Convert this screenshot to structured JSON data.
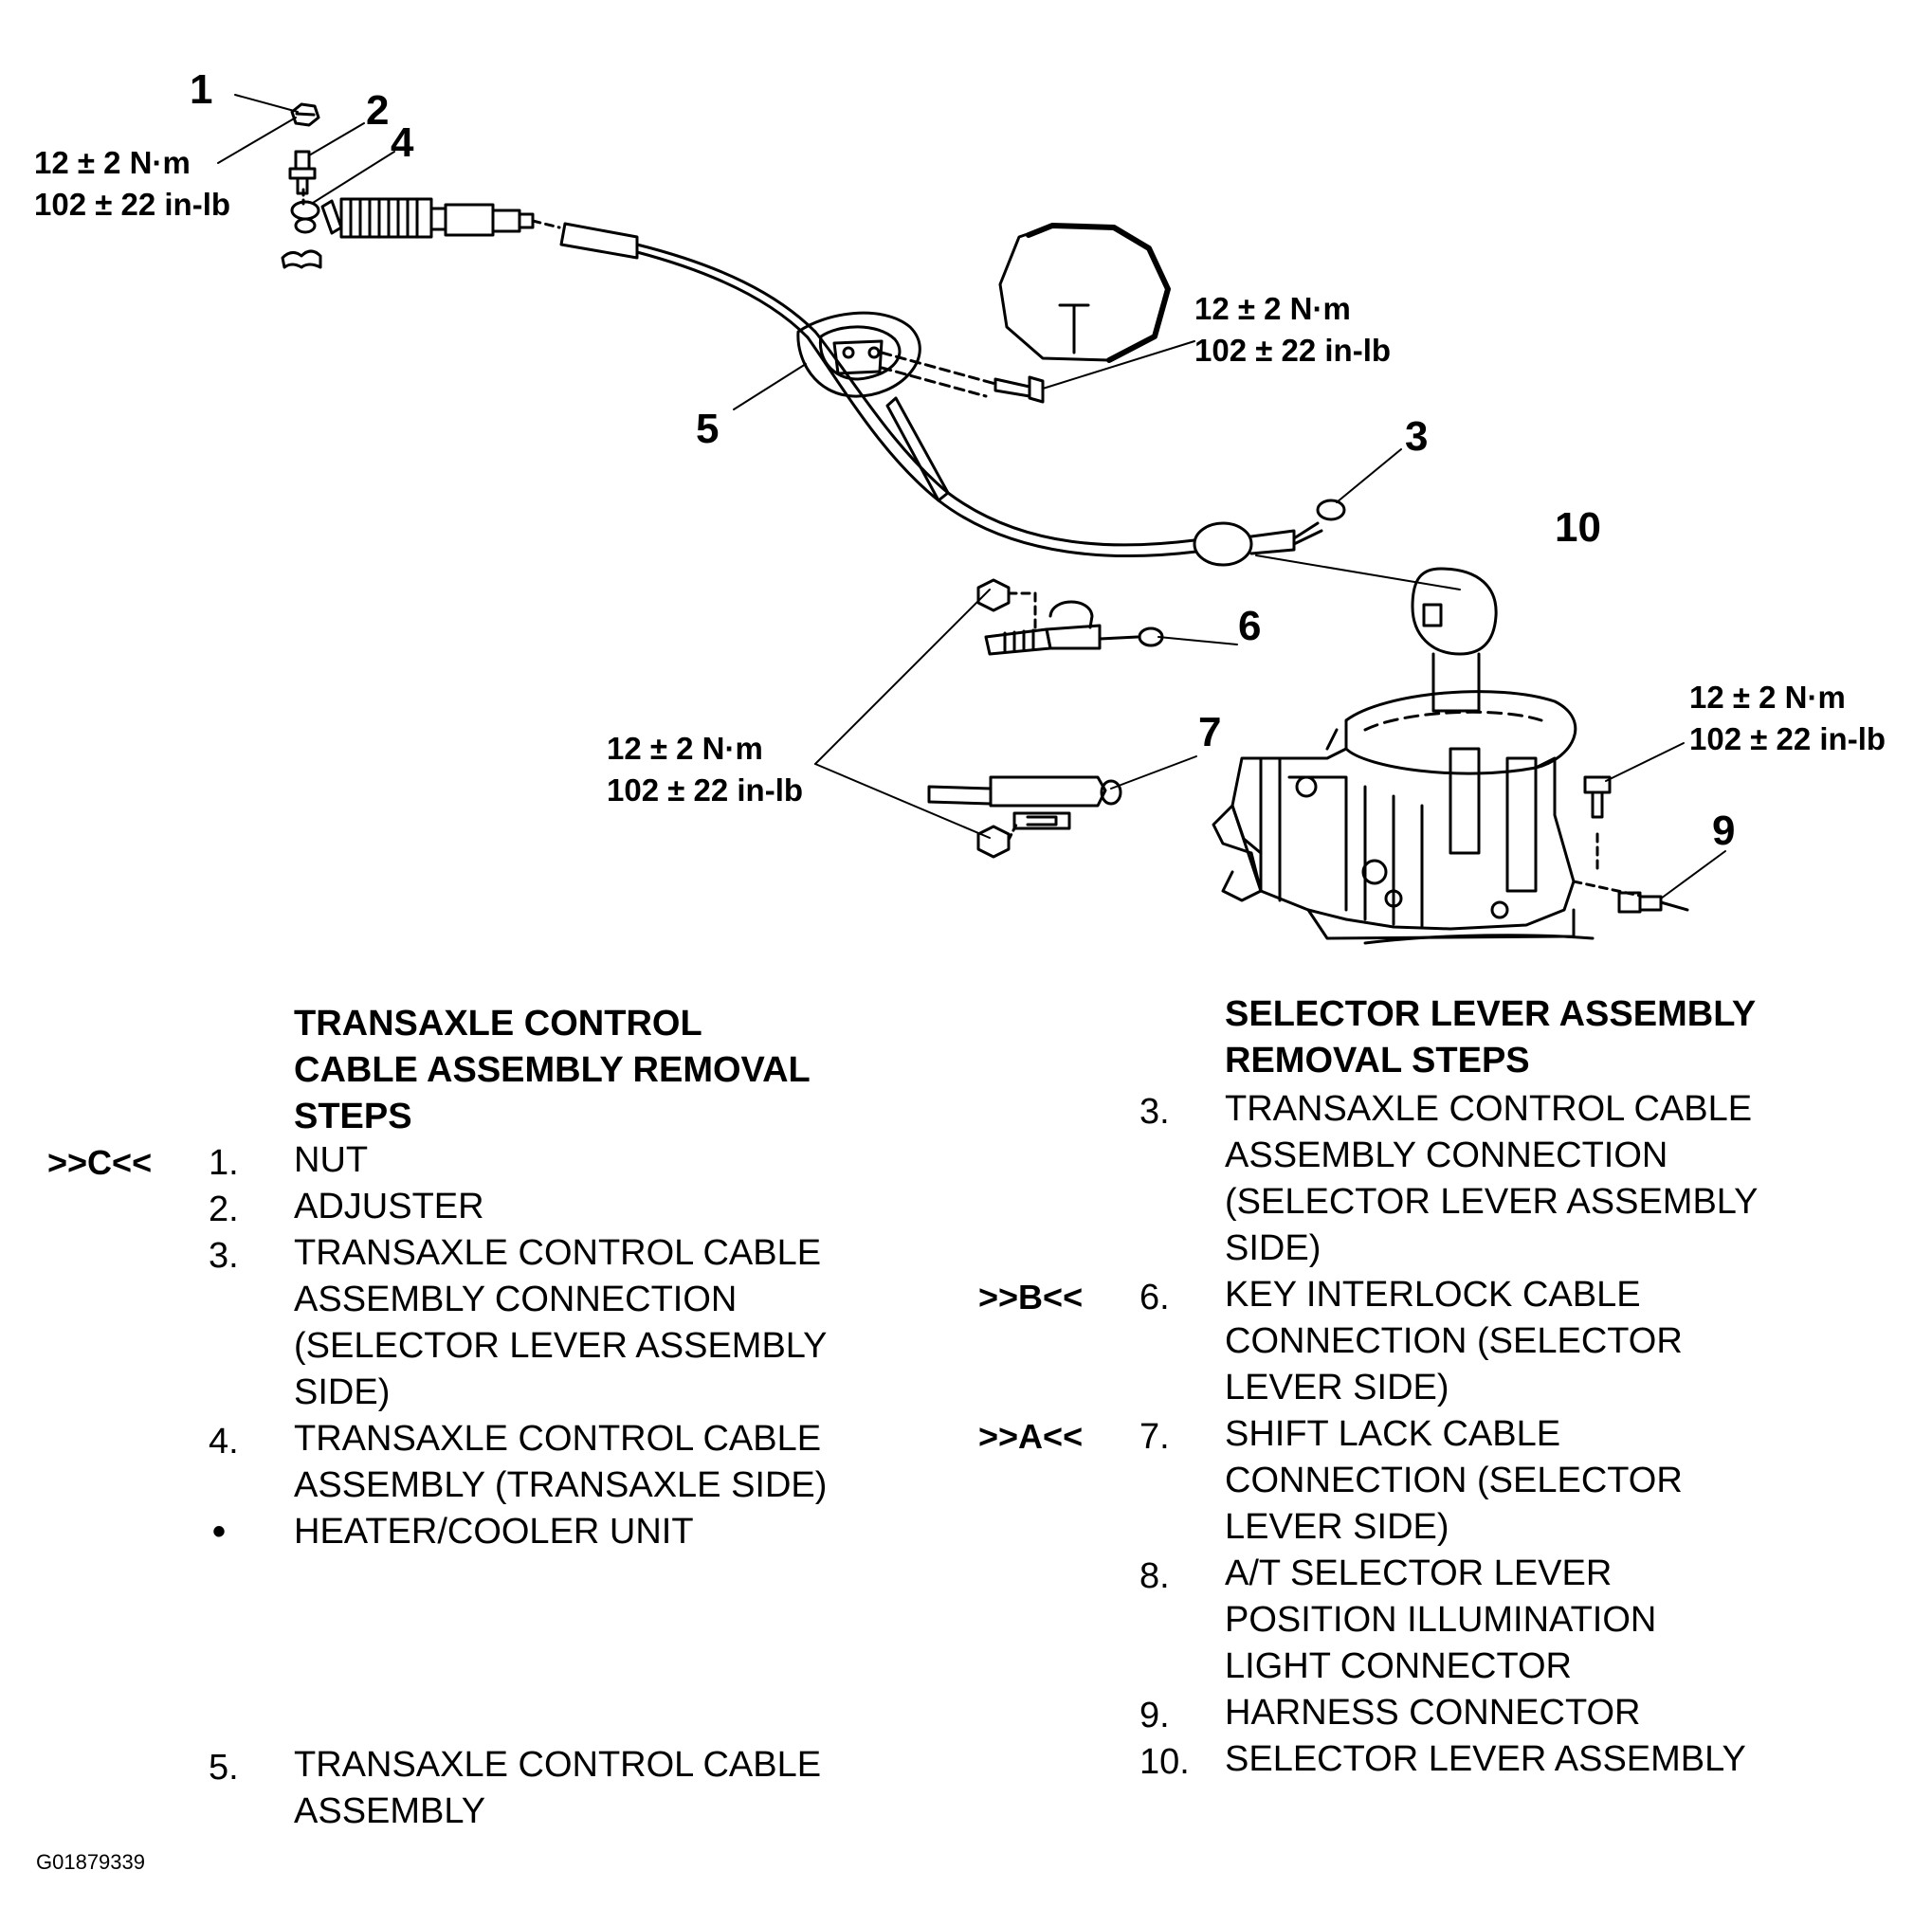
{
  "diagram": {
    "callouts": [
      "1",
      "2",
      "4",
      "5",
      "3",
      "10",
      "6",
      "7",
      "9"
    ],
    "torques": [
      {
        "line1": "12 ± 2 N·m",
        "line2": "102 ± 22 in-lb"
      },
      {
        "line1": "12 ± 2 N·m",
        "line2": "102 ± 22 in-lb"
      },
      {
        "line1": "12 ± 2 N·m",
        "line2": "102 ± 22 in-lb"
      },
      {
        "line1": "12 ±  2 N·m",
        "line2": "102 ± 22 in-lb"
      }
    ]
  },
  "left_section": {
    "heading": [
      "TRANSAXLE CONTROL",
      "CABLE ASSEMBLY REMOVAL",
      "STEPS"
    ],
    "steps": [
      {
        "ref": ">>C<<",
        "no": "1.",
        "lines": [
          "NUT"
        ]
      },
      {
        "no": "2.",
        "lines": [
          "ADJUSTER"
        ]
      },
      {
        "no": "3.",
        "lines": [
          "TRANSAXLE CONTROL CABLE",
          "ASSEMBLY CONNECTION",
          "(SELECTOR LEVER ASSEMBLY",
          "SIDE)"
        ]
      },
      {
        "no": "4.",
        "lines": [
          "TRANSAXLE CONTROL CABLE",
          "ASSEMBLY (TRANSAXLE SIDE)"
        ]
      },
      {
        "no": "•",
        "lines": [
          "HEATER/COOLER UNIT"
        ]
      },
      {
        "no": "5.",
        "lines": [
          "TRANSAXLE CONTROL CABLE",
          "ASSEMBLY"
        ]
      }
    ]
  },
  "right_section": {
    "heading": [
      "SELECTOR LEVER ASSEMBLY",
      "REMOVAL STEPS"
    ],
    "steps": [
      {
        "no": "3.",
        "lines": [
          "TRANSAXLE CONTROL CABLE",
          "ASSEMBLY CONNECTION",
          "(SELECTOR LEVER ASSEMBLY",
          "SIDE)"
        ]
      },
      {
        "ref": ">>B<<",
        "no": "6.",
        "lines": [
          "KEY INTERLOCK CABLE",
          "CONNECTION (SELECTOR",
          "LEVER SIDE)"
        ]
      },
      {
        "ref": ">>A<<",
        "no": "7.",
        "lines": [
          "SHIFT LACK CABLE",
          "CONNECTION (SELECTOR",
          "LEVER SIDE)"
        ]
      },
      {
        "no": "8.",
        "lines": [
          "A/T SELECTOR LEVER",
          "POSITION ILLUMINATION",
          "LIGHT CONNECTOR"
        ]
      },
      {
        "no": "9.",
        "lines": [
          "HARNESS CONNECTOR"
        ]
      },
      {
        "no": "10.",
        "lines": [
          "SELECTOR LEVER ASSEMBLY"
        ]
      }
    ]
  },
  "figure_id": "G01879339"
}
